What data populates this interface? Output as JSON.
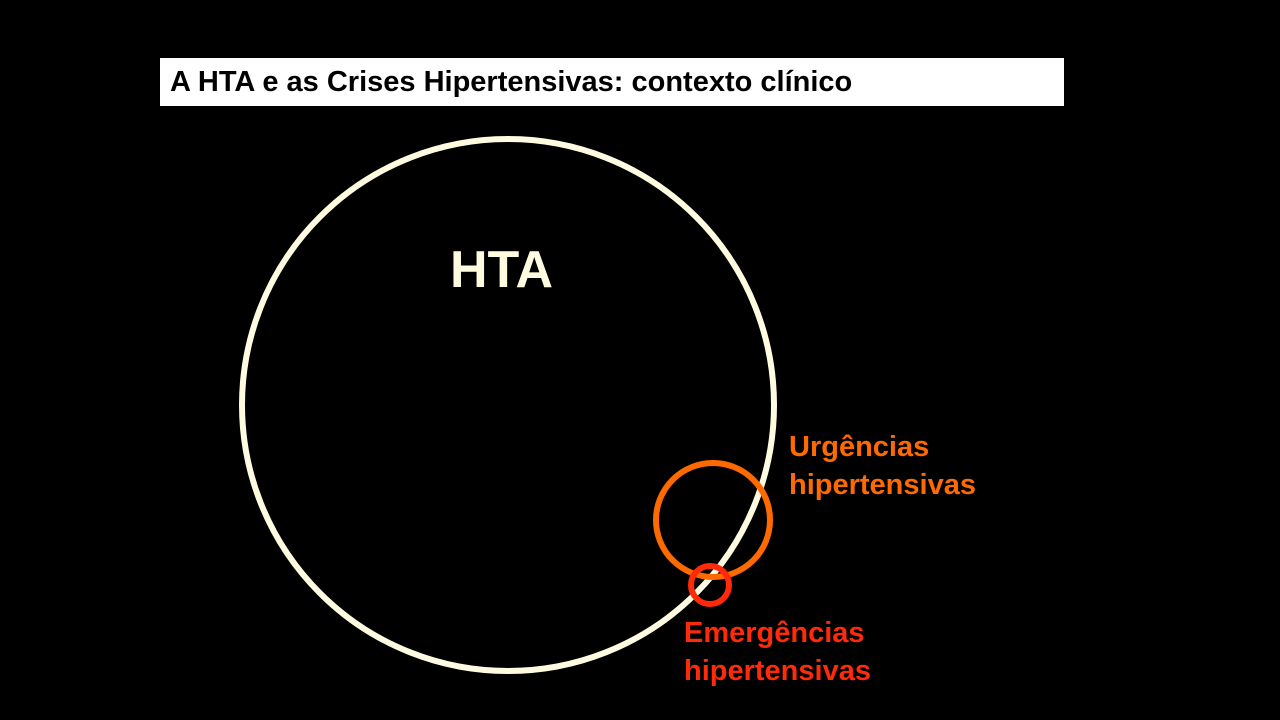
{
  "slide": {
    "title": "A HTA e as Crises Hipertensivas: contexto clínico"
  },
  "diagram": {
    "hta": {
      "label": "HTA",
      "color": "#fffbe0"
    },
    "urgencias": {
      "line1": "Urgências",
      "line2": "hipertensivas",
      "color": "#ff6a00"
    },
    "emergencias": {
      "line1": "Emergências",
      "line2": "hipertensivas",
      "color": "#ff2a0a"
    }
  }
}
